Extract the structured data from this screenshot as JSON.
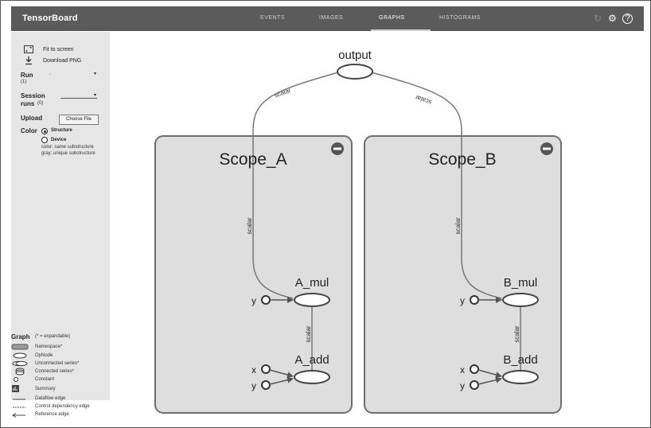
{
  "header": {
    "brand": "TensorBoard",
    "tabs": [
      "EVENTS",
      "IMAGES",
      "GRAPHS",
      "HISTOGRAMS"
    ],
    "active_tab": "GRAPHS",
    "icons": [
      "refresh-icon",
      "settings-icon",
      "help-icon"
    ]
  },
  "sidebar": {
    "fit_label": "Fit to screen",
    "download_label": "Download PNG",
    "run_label": "Run",
    "run_count": "(1)",
    "run_value": ".",
    "session_label": "Session",
    "session_label2": "runs",
    "session_count": "(0)",
    "upload_label": "Upload",
    "choose_file": "Choose File",
    "color_label": "Color",
    "color_options": [
      "Structure",
      "Device"
    ],
    "color_note1": "color: same substructure",
    "color_note2": "gray: unique substructure"
  },
  "legend": {
    "title": "Graph",
    "note": "(* = expandable)",
    "items": [
      "Namespace*",
      "OpNode",
      "Unconnected series*",
      "Connected series*",
      "Constant",
      "Summary",
      "Dataflow edge",
      "Control dependency edge",
      "Reference edge"
    ]
  },
  "graph": {
    "output_label": "output",
    "edge_label": "scalar",
    "scopes": [
      {
        "name": "Scope_A",
        "mul": "A_mul",
        "add": "A_add",
        "mul_input": "y",
        "add_inputs": [
          "x",
          "y"
        ]
      },
      {
        "name": "Scope_B",
        "mul": "B_mul",
        "add": "B_add",
        "mul_input": "y",
        "add_inputs": [
          "x",
          "y"
        ]
      }
    ]
  }
}
